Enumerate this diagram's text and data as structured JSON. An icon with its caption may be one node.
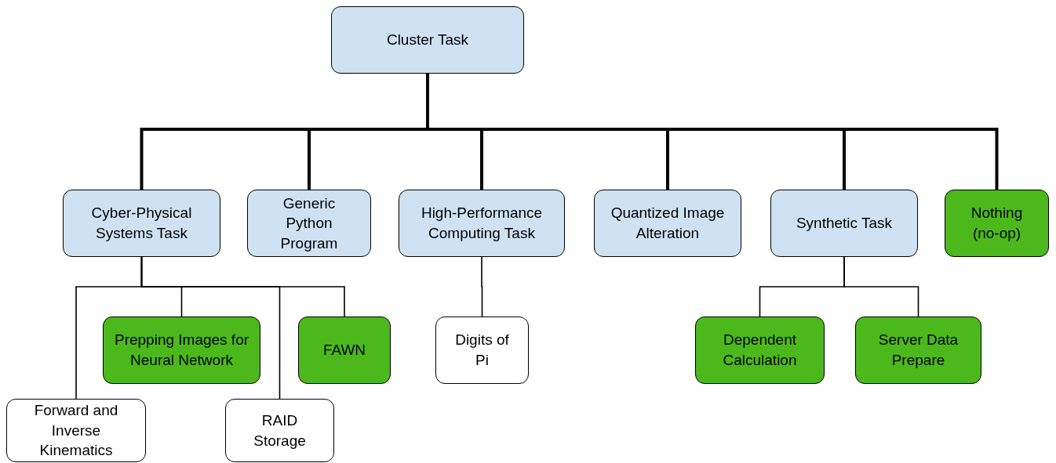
{
  "diagram": {
    "nodes": [
      {
        "text": [
          "Cluster Task"
        ]
      },
      {
        "text": [
          "Cyber-Physical Systems Task"
        ]
      },
      {
        "text": [
          "Generic Python Program"
        ]
      },
      {
        "text": [
          "High-Performance Computing Task"
        ]
      },
      {
        "text": [
          "Quantized Image Alteration"
        ]
      },
      {
        "text": [
          "Synthetic Task"
        ]
      },
      {
        "text": [
          "Nothing (no-op)"
        ]
      },
      {
        "text": [
          "Prepping Images for Neural Network"
        ]
      },
      {
        "text": [
          "FAWN"
        ]
      },
      {
        "text": [
          "Digits of Pi"
        ]
      },
      {
        "text": [
          "Dependent Calculation"
        ]
      },
      {
        "text": [
          "Server Data Prepare"
        ]
      },
      {
        "text": [
          "Forward and Inverse Kinematics"
        ]
      },
      {
        "text": [
          "RAID Storage"
        ]
      }
    ],
    "edges": [
      {
        "from": 0,
        "to": 1,
        "arrow": "none",
        "style": "thick"
      },
      {
        "from": 0,
        "to": 2,
        "arrow": "none",
        "style": "thick"
      },
      {
        "from": 0,
        "to": 3,
        "arrow": "none",
        "style": "thick"
      },
      {
        "from": 0,
        "to": 4,
        "arrow": "none",
        "style": "thick"
      },
      {
        "from": 0,
        "to": 5,
        "arrow": "none",
        "style": "thick"
      },
      {
        "from": 0,
        "to": 6,
        "arrow": "none",
        "style": "thick"
      },
      {
        "from": 1,
        "to": 12,
        "arrow": "none"
      },
      {
        "from": 1,
        "to": 7,
        "arrow": "none"
      },
      {
        "from": 1,
        "to": 13,
        "arrow": "none"
      },
      {
        "from": 1,
        "to": 8,
        "arrow": "none"
      },
      {
        "from": 3,
        "to": 9,
        "arrow": "none"
      },
      {
        "from": 5,
        "to": 10,
        "arrow": "none"
      },
      {
        "from": 5,
        "to": 11,
        "arrow": "none"
      }
    ]
  }
}
